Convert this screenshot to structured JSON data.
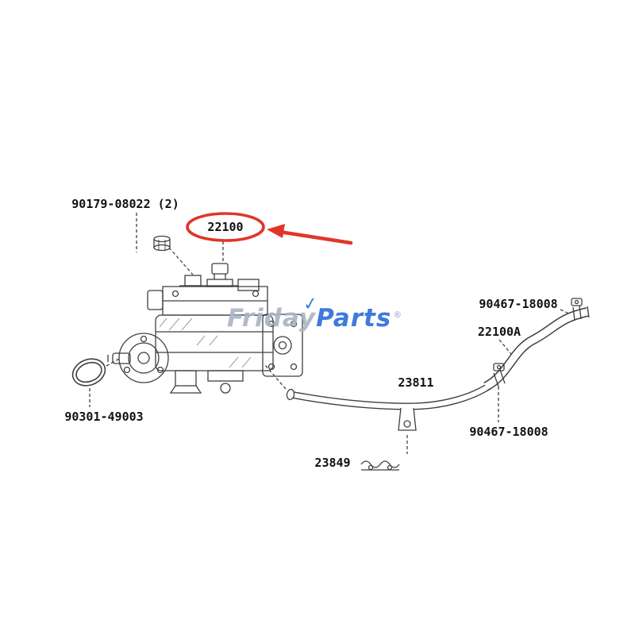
{
  "diagram_title": "fuel-injection-pump-parts-diagram",
  "labels": {
    "l90179": "90179-08022 (2)",
    "l22100": "22100",
    "l90467_top": "90467-18008",
    "l22100a": "22100A",
    "l23811": "23811",
    "l90301": "90301-49003",
    "l90467_bottom": "90467-18008",
    "l23849": "23849"
  },
  "watermark": {
    "part1": "Friday",
    "part2": "Parts",
    "reg": "®",
    "check": "✓"
  },
  "colors": {
    "highlight_red": "#e0362a",
    "line_dark": "#3f3f3f",
    "watermark_gray": "#a9b6c6",
    "watermark_blue": "#2f6fdb"
  }
}
